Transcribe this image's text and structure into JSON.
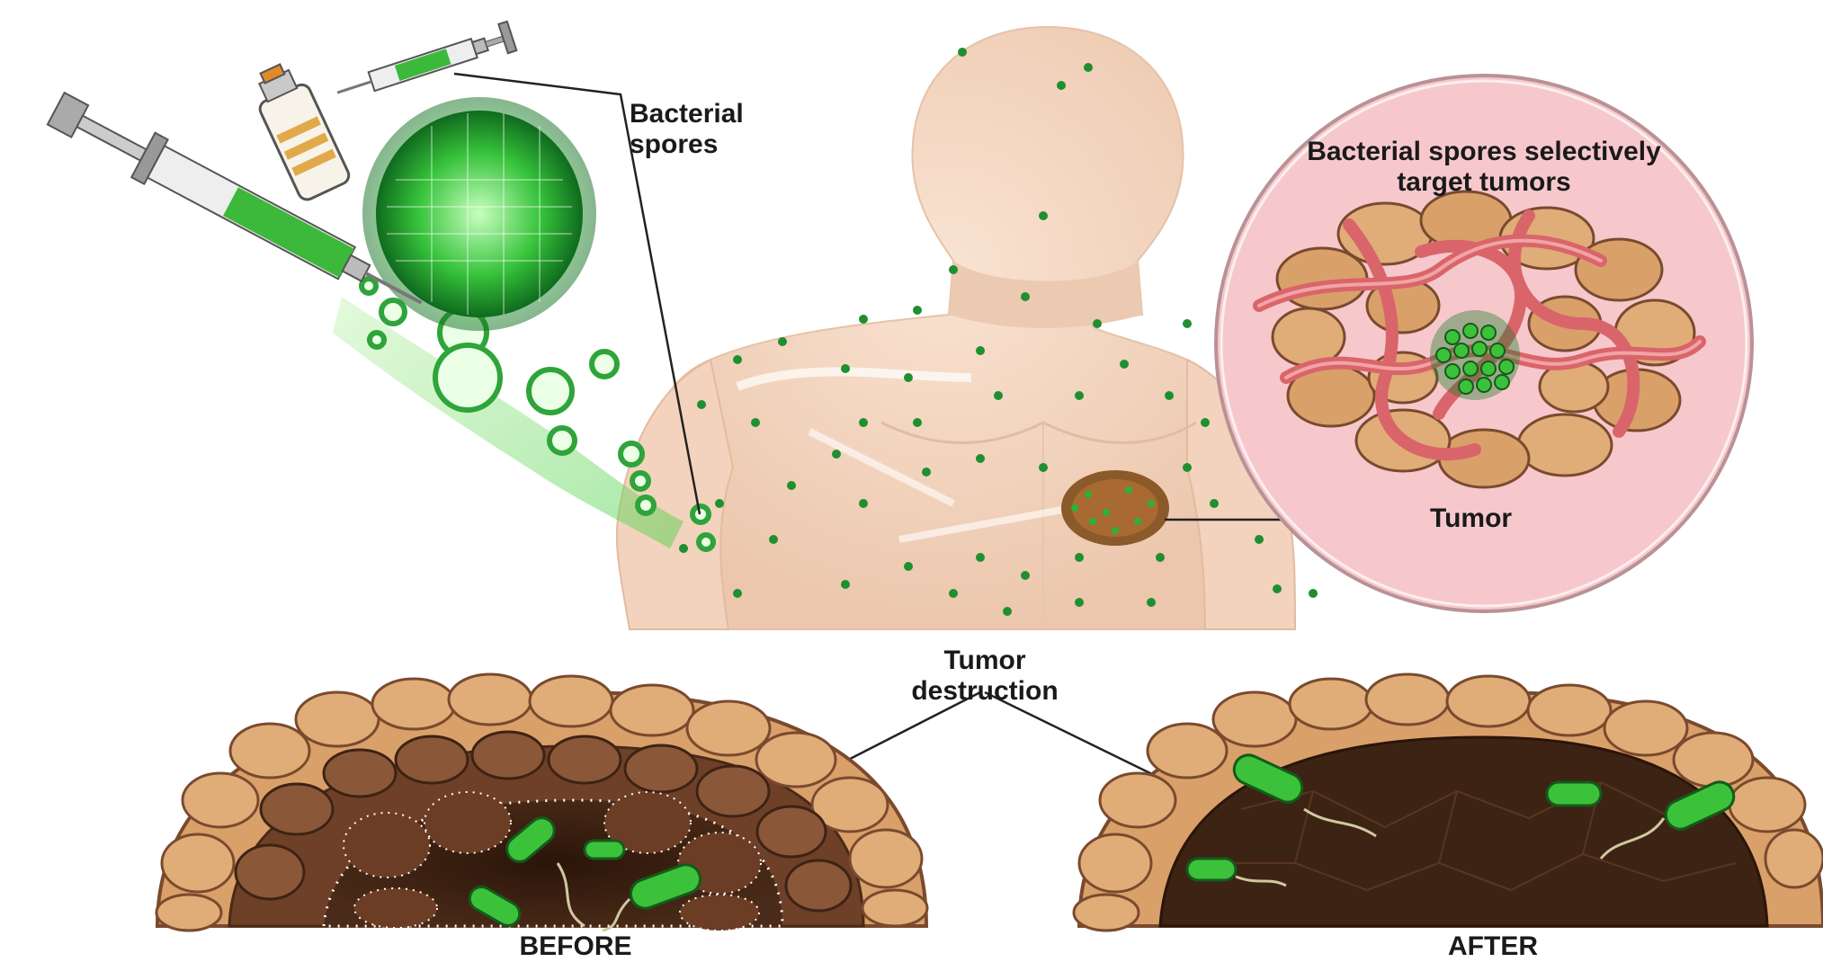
{
  "labels": {
    "bacterial_spores": [
      "Bacterial",
      "spores"
    ],
    "selective_target": [
      "Bacterial spores selectively",
      "target tumors"
    ],
    "tumor": "Tumor",
    "tumor_destruction": [
      "Tumor",
      "destruction"
    ],
    "before": "BEFORE",
    "after": "AFTER"
  },
  "colors": {
    "skin": "#f5d9c4",
    "skin_shadow": "#e8c0a5",
    "spore_green": "#2fa43a",
    "glow_green": "#7be06f",
    "cell_tan": "#d9a06a",
    "cell_dark": "#7a4a2e",
    "vessel_red": "#d9656a",
    "tumor_brown": "#3d2314",
    "bacteria_green": "#3cc23a",
    "inset_pink": "#f6c8cc"
  }
}
